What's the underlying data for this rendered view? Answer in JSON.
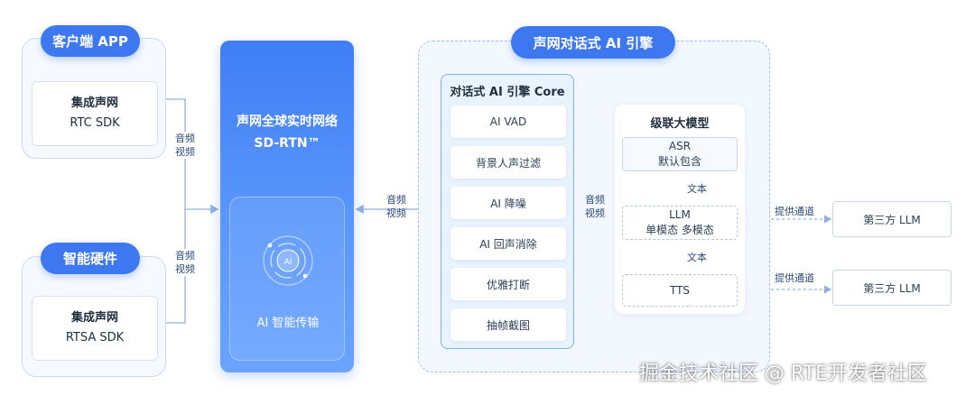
{
  "clients": {
    "top": {
      "pill": "客户端 APP",
      "sdk_line1": "集成声网",
      "sdk_line2": "RTC SDK"
    },
    "bottom": {
      "pill": "智能硬件",
      "sdk_line1": "集成声网",
      "sdk_line2": "RTSA SDK"
    }
  },
  "av_label": {
    "line1": "音频",
    "line2": "视频"
  },
  "sd_rtn": {
    "title_line1": "声网全球实时网络",
    "title_line2": "SD-RTN™",
    "ai_caption": "AI 智能传输",
    "ai_icon_text": "AI"
  },
  "engine": {
    "title": "声网对话式 AI 引擎",
    "core_title": "对话式 AI 引擎 Core",
    "core_items": [
      "AI VAD",
      "背景人声过滤",
      "AI 降噪",
      "AI 回声消除",
      "优雅打断",
      "抽帧截图"
    ]
  },
  "cascade": {
    "title": "级联大模型",
    "asr_line1": "ASR",
    "asr_line2": "默认包含",
    "text_label": "文本",
    "llm_line1": "LLM",
    "llm_line2": "单模态 多模态",
    "tts": "TTS"
  },
  "provide_channel": "提供通道",
  "third_party_llm": "第三方 LLM",
  "watermark": "掘金技术社区 @ RTE开发者社区",
  "colors": {
    "accent": "#3d78f0",
    "line": "#8fb0e0",
    "engine_bg": "#f3f8ff"
  }
}
